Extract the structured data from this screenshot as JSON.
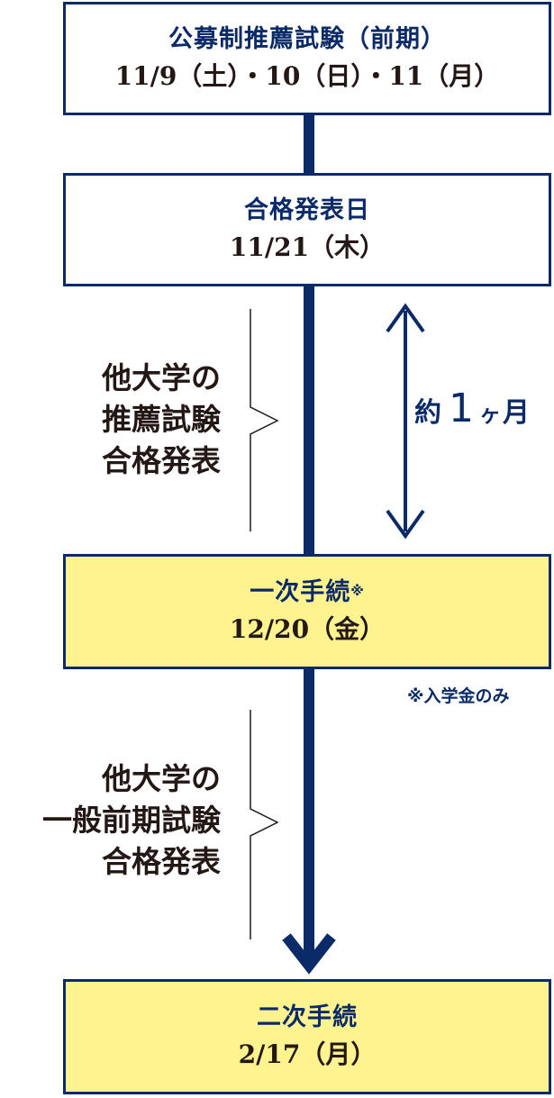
{
  "steps": [
    {
      "title": "公募制推薦試験（前期）",
      "date": "11/9（土）・10（日）・11（月）"
    },
    {
      "title": "合格発表日",
      "date": "11/21（木）"
    },
    {
      "title": "一次手続",
      "title_mark": "※",
      "date": "12/20（金）"
    },
    {
      "title": "二次手続",
      "date": "2/17（月）"
    }
  ],
  "side_labels": [
    {
      "lines": [
        "他大学の",
        "推薦試験",
        "合格発表"
      ]
    },
    {
      "lines": [
        "他大学の",
        "一般前期試験",
        "合格発表"
      ]
    }
  ],
  "interval": {
    "prefix": "約",
    "number": "1",
    "counter": "ヶ",
    "unit": "月"
  },
  "footnote": "※入学金のみ",
  "colors": {
    "navy": "#0b2a68",
    "yellow": "#fff38f",
    "text": "#231815",
    "line_gray": "#231815"
  }
}
